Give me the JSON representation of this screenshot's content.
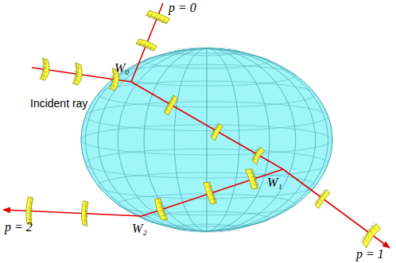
{
  "diagram": {
    "labels": [
      "p = 0",
      "Incident ray",
      "W₀",
      "W₁",
      "W₂",
      "p = 2",
      "p = 1"
    ]
  }
}
